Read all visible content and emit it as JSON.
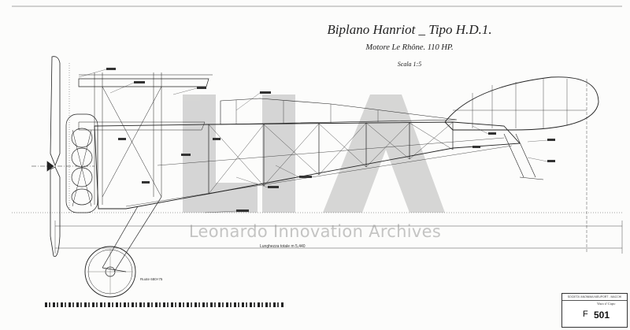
{
  "title": "Biplano Hanriot _ Tipo H.D.1.",
  "subtitle": "Motore Le Rhône. 110 HP.",
  "scale": "Scala 1:5",
  "watermark": "Leonardo Innovation Archives",
  "overall_length_label": "Lunghezza totale m 5,440",
  "wheel_label": "Ruote 680×75",
  "title_block": {
    "header": "SOCIETA' ANONIMA NIEUPORT - MACCHI VARESE",
    "code": "F",
    "number": "501",
    "visto": "Visto il Capo"
  },
  "colors": {
    "ink": "#222222",
    "watermark": "#9a9a9a",
    "paper": "#fcfcfb"
  }
}
